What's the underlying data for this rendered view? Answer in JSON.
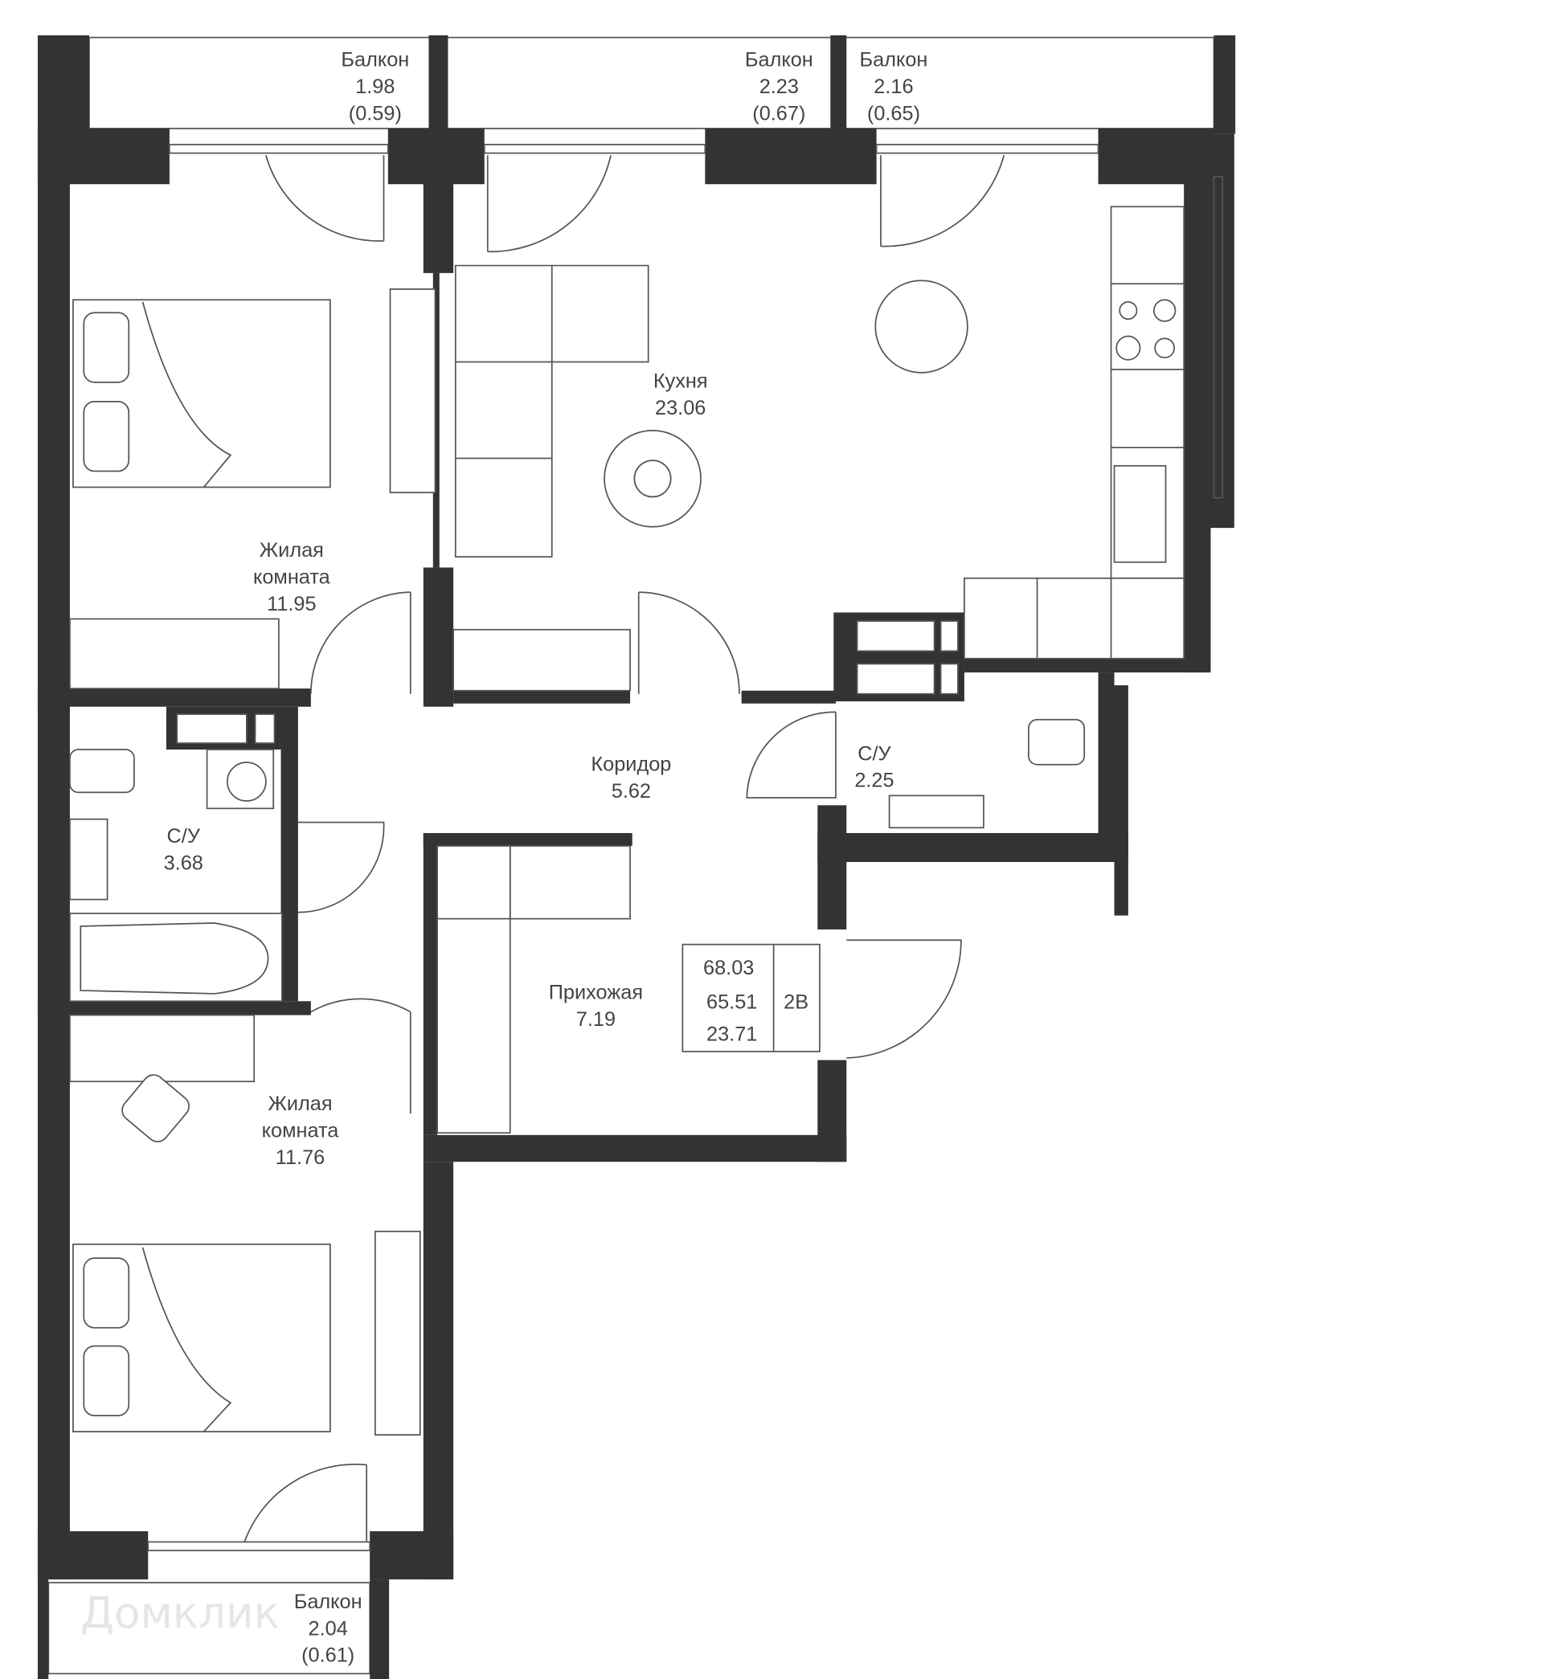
{
  "plan": {
    "apartment_type": "2B",
    "total_area": "68.03",
    "living_total": "65.51",
    "living_area": "23.71"
  },
  "rooms": {
    "balcony_1": {
      "label": "Балкон",
      "area": "1.98",
      "reduced": "(0.59)"
    },
    "balcony_2": {
      "label": "Балкон",
      "area": "2.23",
      "reduced": "(0.67)"
    },
    "balcony_3": {
      "label": "Балкон",
      "area": "2.16",
      "reduced": "(0.65)"
    },
    "balcony_4": {
      "label": "Балкон",
      "area": "2.04",
      "reduced": "(0.61)"
    },
    "kitchen": {
      "label": "Кухня",
      "area": "23.06"
    },
    "bedroom_1": {
      "label1": "Жилая",
      "label2": "комната",
      "area": "11.95"
    },
    "bedroom_2": {
      "label1": "Жилая",
      "label2": "комната",
      "area": "11.76"
    },
    "corridor": {
      "label": "Коридор",
      "area": "5.62"
    },
    "bathroom_1": {
      "label": "С/У",
      "area": "3.68"
    },
    "bathroom_2": {
      "label": "С/У",
      "area": "2.25"
    },
    "hallway": {
      "label": "Прихожая",
      "area": "7.19"
    }
  },
  "watermark": "Домклик",
  "colors": {
    "wall": "#333333",
    "line": "#555555",
    "text": "#444444"
  }
}
